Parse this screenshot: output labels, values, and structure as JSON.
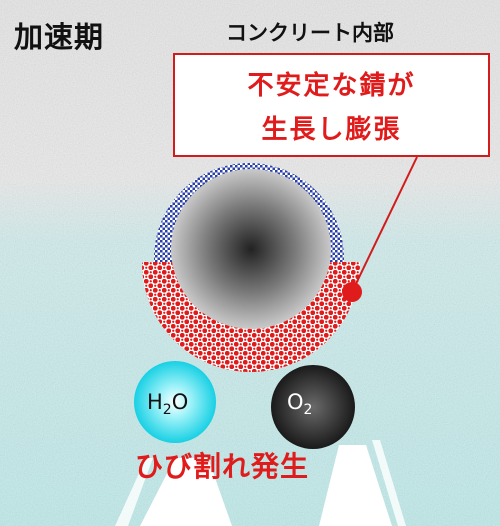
{
  "title": "加速期",
  "location_label": "コンクリート内部",
  "callout": {
    "line1": "不安定な錆が",
    "line2": "生長し膨張"
  },
  "molecules": {
    "water": {
      "base": "H",
      "sub": "2",
      "tail": "O"
    },
    "oxygen": {
      "base": "O",
      "sub": "2"
    }
  },
  "crack_label": "ひび割れ発生",
  "colors": {
    "concrete_gray": "#ececec",
    "concrete_cyan": "#c6ecec",
    "rust_red": "#e01b1b",
    "passive_blue": "#2a3fa8",
    "water_cyan": "#28d8e8",
    "oxygen_black": "#333333"
  }
}
